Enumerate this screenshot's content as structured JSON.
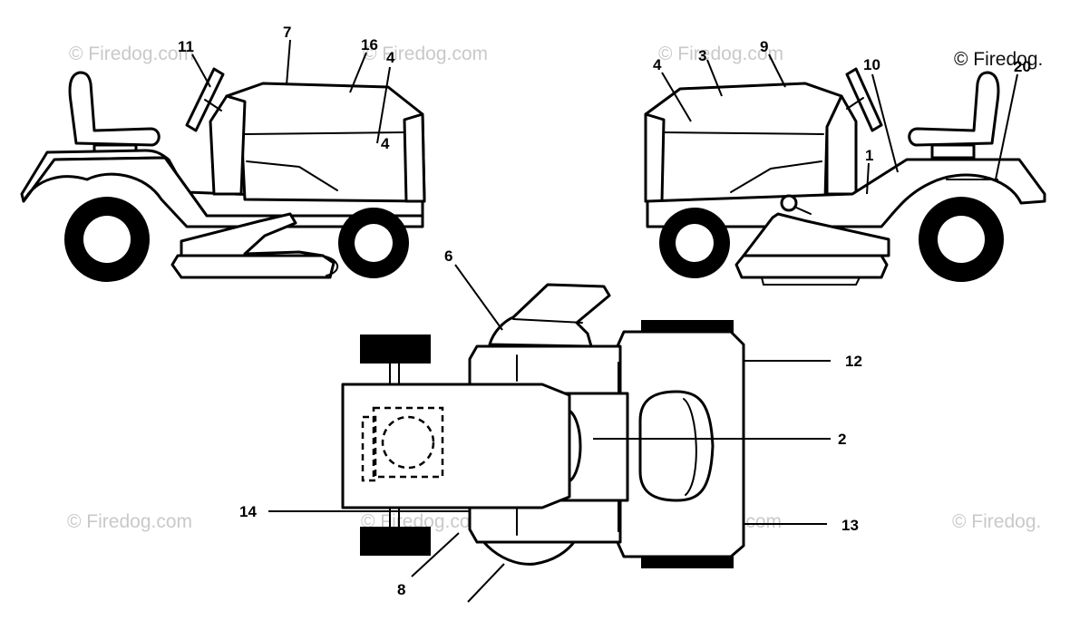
{
  "watermark": {
    "text": "© Firedog.com",
    "text_cut": "© Firedog.",
    "text_short": "© Firedog."
  },
  "callouts": {
    "c1": "1",
    "c2": "2",
    "c3": "3",
    "c4a": "4",
    "c4b": "4",
    "c4c": "4",
    "c6": "6",
    "c7": "7",
    "c8": "8",
    "c9": "9",
    "c10": "10",
    "c11": "11",
    "c12": "12",
    "c13": "13",
    "c14": "14",
    "c16": "16",
    "c20": "20"
  },
  "colors": {
    "line": "#000000",
    "background": "#ffffff",
    "watermark": "#c9c9c9"
  }
}
